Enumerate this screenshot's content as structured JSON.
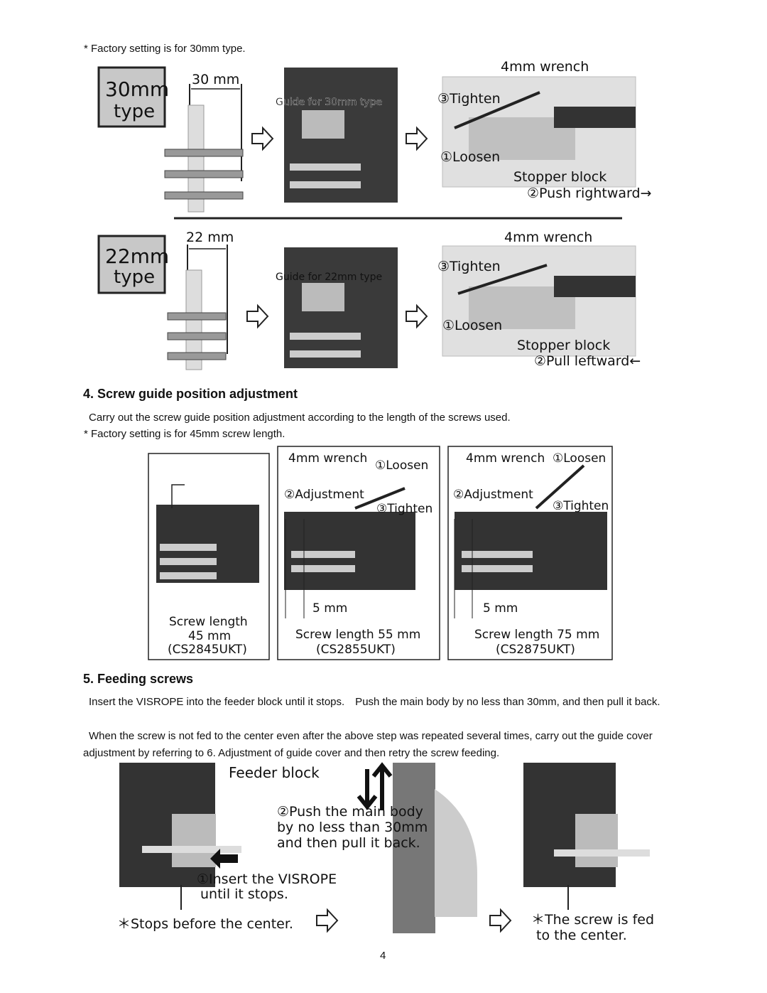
{
  "top_note": "* Factory setting is for 30mm type.",
  "type30": {
    "box_line1": "30mm",
    "box_line2": "type",
    "dim": "30 mm",
    "guide": "Guide for 30mm type",
    "wrench": "4mm wrench",
    "tighten": "③Tighten",
    "loosen": "①Loosen",
    "stopper": "Stopper block",
    "push": "②Push rightward→"
  },
  "type22": {
    "box_line1": "22mm",
    "box_line2": "type",
    "dim": "22 mm",
    "guide": "Guide for 22mm type",
    "wrench": "4mm wrench",
    "tighten": "③Tighten",
    "loosen": "①Loosen",
    "stopper": "Stopper block",
    "pull": "②Pull leftward←"
  },
  "section4": {
    "heading": "4. Screw guide position adjustment",
    "para1": "Carry out the screw guide position adjustment according to the length of the screws used.",
    "note": "* Factory setting is for 45mm screw length.",
    "panel1": {
      "line1": "Screw length",
      "line2": "45 mm",
      "line3": "(CS2845UKT)"
    },
    "panel2": {
      "wrench": "4mm wrench",
      "loosen": "①Loosen",
      "adjust": "②Adjustment",
      "tighten": "③Tighten",
      "dim": "5 mm",
      "line1": "Screw length 55 mm",
      "line2": "(CS2855UKT)"
    },
    "panel3": {
      "wrench": "4mm wrench",
      "loosen": "①Loosen",
      "adjust": "②Adjustment",
      "tighten": "③Tighten",
      "dim": "5 mm",
      "line1": "Screw length 75 mm",
      "line2": "(CS2875UKT)"
    }
  },
  "section5": {
    "heading": "5. Feeding screws",
    "para1": "Insert the VISROPE into the feeder block until it stops.　Push the main body by no less than 30mm, and then pull it back.",
    "para2": "When the screw is not fed to the center even after the above step was repeated several times, carry out the guide cover adjustment by referring to 6. Adjustment of guide cover and then retry the screw feeding.",
    "feeder": "Feeder block",
    "push1": "②Push the main body",
    "push2": "by no less than 30mm",
    "push3": "and then pull it back.",
    "insert1": "①Insert the VISROPE",
    "insert2": "until it stops.",
    "stops": "＊Stops before the center.",
    "fed1": "＊The screw is fed",
    "fed2": "to the center."
  },
  "page_number": "4"
}
